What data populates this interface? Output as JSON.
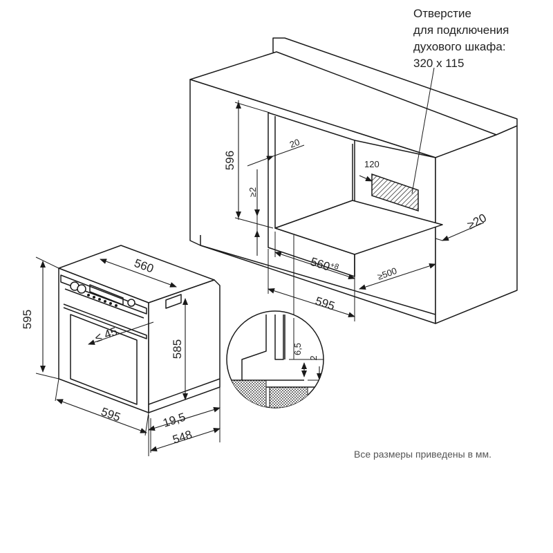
{
  "note_hole": {
    "line1": "Отверстие",
    "line2": "для подключения",
    "line3": "духового шкафа:",
    "line4": "320 х 115"
  },
  "footer_note": "Все размеры приведены в мм.",
  "dims": {
    "niche_height": "596",
    "gap_top": "≥2",
    "vent_depth": "20",
    "hole_offset": "120",
    "side_gap": "≥20",
    "niche_width_base": "560",
    "niche_width_tol": "+8",
    "cabinet_depth": "≥500",
    "cabinet_width": "595",
    "oven_height": "595",
    "oven_top_width": "560",
    "oven_width": "595",
    "door_angle": "≤ 45",
    "oven_body_height": "585",
    "door_thickness": "19,5",
    "oven_depth": "548",
    "detail_a": "6,5",
    "detail_b": "2"
  },
  "colors": {
    "line": "#1a1a1a",
    "text": "#222222",
    "footer": "#555555"
  }
}
